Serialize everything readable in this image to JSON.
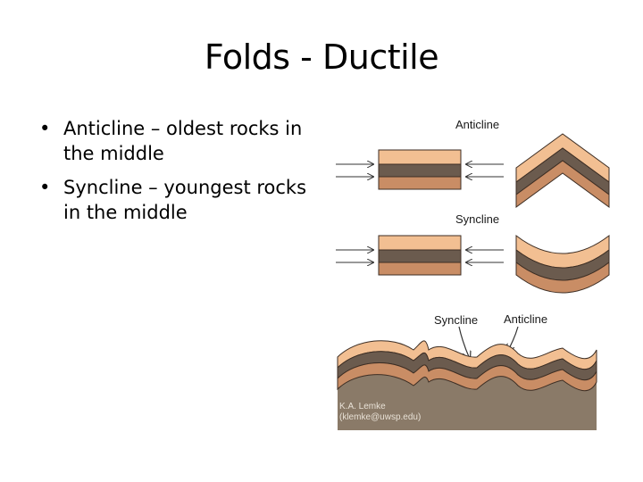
{
  "slide": {
    "title": "Folds - Ductile",
    "bullets": [
      {
        "marker": "•",
        "text": "Anticline – oldest rocks in the middle"
      },
      {
        "marker": "•",
        "text": "Syncline – youngest rocks in the middle"
      }
    ]
  },
  "figure": {
    "labels": {
      "anticline_top": "Anticline",
      "syncline_mid": "Syncline",
      "syncline_bottom": "Syncline",
      "anticline_bottom": "Anticline"
    },
    "credit": {
      "line1": "K.A. Lemke",
      "line2": "(klemke@uwsp.edu)"
    },
    "colors": {
      "layer_top": "#f2bf92",
      "layer_mid": "#6b5b4e",
      "layer_bottom": "#c98d65",
      "ground": "#8a7a68",
      "outline": "#3d2e24"
    }
  }
}
